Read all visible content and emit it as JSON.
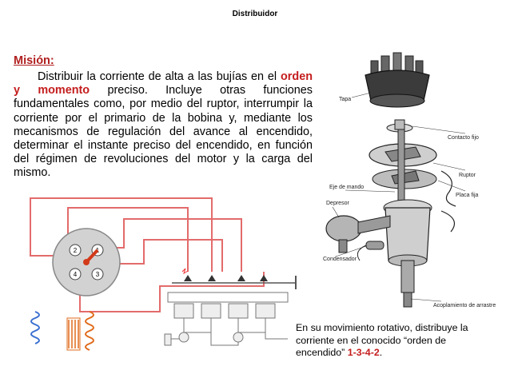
{
  "header": {
    "title": "Distribuidor"
  },
  "mision": {
    "title": "Misión:",
    "text_before": "Distribuir la corriente de alta a las bujías en el",
    "highlight": "orden y momento",
    "text_after": "preciso. Incluye otras funciones fundamentales como, por medio del ruptor, interrumpir la corriente por el primario de la bobina y, mediante los mecanismos de regulación del avance al encendido, determinar el instante preciso del encendido, en función del régimen de revoluciones del motor y la carga del mismo."
  },
  "diagram": {
    "labels": {
      "tapa": "Tapa",
      "contacto": "Contacto fijo",
      "ruptor": "Ruptor",
      "placa": "Placa fija",
      "eje": "Eje de mando",
      "depresor": "Depresor",
      "condensador": "Condensador",
      "acoplamiento": "Acoplamiento de arrastre"
    },
    "numbers": [
      "1",
      "2",
      "3",
      "4"
    ]
  },
  "caption": {
    "text": "En su movimiento rotativo, distribuye la corriente en el conocido “orden de encendido”",
    "order": "1-3-4-2",
    "end": "."
  },
  "colors": {
    "accent": "#c41d1d",
    "wire": "#e36b6b",
    "coil": "#3a6fd1",
    "spring": "#e06a1a"
  }
}
